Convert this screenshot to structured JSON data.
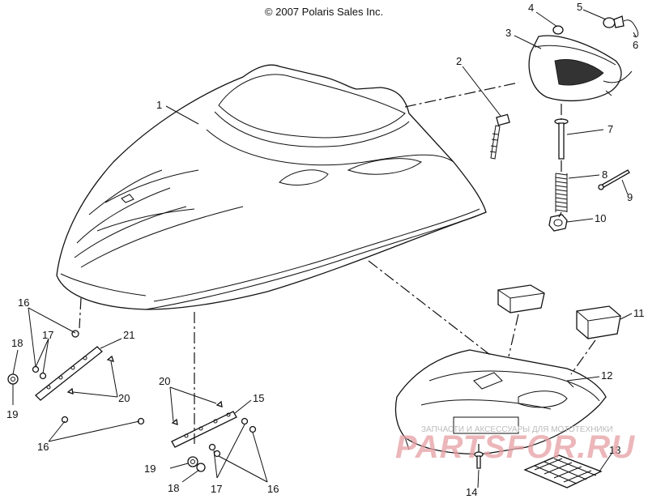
{
  "copyright": "© 2007 Polaris Sales Inc.",
  "callouts": {
    "c1": "1",
    "c2": "2",
    "c3": "3",
    "c4": "4",
    "c5": "5",
    "c6": "6",
    "c7": "7",
    "c8": "8",
    "c9": "9",
    "c10": "10",
    "c11": "11",
    "c12": "12",
    "c13": "13",
    "c14": "14",
    "c15": "15",
    "c16a": "16",
    "c16b": "16",
    "c16c": "16",
    "c17a": "17",
    "c17b": "17",
    "c18a": "18",
    "c18b": "18",
    "c19a": "19",
    "c19b": "19",
    "c20a": "20",
    "c20b": "20",
    "c21": "21"
  },
  "watermark": {
    "brand": "PARTSFOR.RU",
    "tagline": "ЗАПЧАСТИ И АКСЕССУАРЫ ДЛЯ МОТОТЕХНИКИ"
  }
}
